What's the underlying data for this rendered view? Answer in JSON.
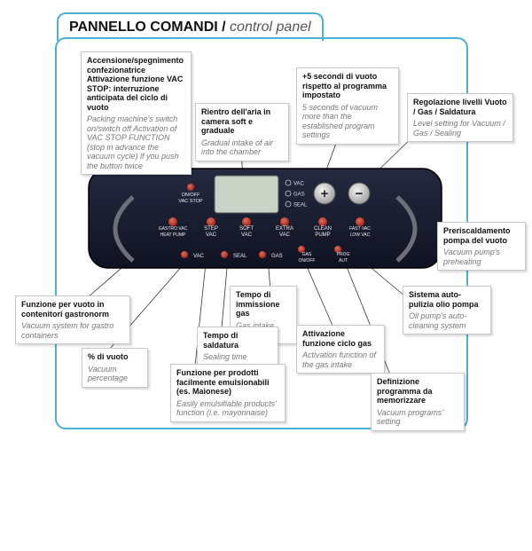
{
  "header": {
    "title_it": "PANNELLO COMANDI /",
    "title_en": "control panel"
  },
  "panel": {
    "buttons": {
      "onoff": [
        "ON/OFF",
        "VAC STOP"
      ],
      "plus": "+",
      "minus": "−",
      "gastro": [
        "GASTRO VAC",
        "HEAT PUMP"
      ],
      "step": [
        "STEP",
        "VAC"
      ],
      "soft": [
        "SOFT",
        "VAC"
      ],
      "extra": [
        "EXTRA",
        "VAC"
      ],
      "clean": [
        "CLEAN",
        "PUMP"
      ],
      "fast": [
        "FAST VAC",
        "LOW VAC"
      ],
      "vac": "VAC",
      "seal": "SEAL",
      "gas": "GAS",
      "gas_onoff": [
        "GAS",
        "ON/OFF"
      ],
      "prog": [
        "PROG",
        "AUT"
      ]
    },
    "indicators": [
      "VAC",
      "GAS",
      "SEAL"
    ]
  },
  "callouts": {
    "onoff": {
      "it": "Accensione/spegnimento confezionatrice Attivazione funzione VAC STOP: interruzione anticipata del ciclo di vuoto",
      "en": "Packing machine's switch on/switch off Activation of VAC STOP FUNCTION (stop in advance the vacuum cycle) if you push the button twice"
    },
    "soft": {
      "it": "Rientro dell'aria in camera soft e graduale",
      "en": "Gradual intake of air into the chamber"
    },
    "plus": {
      "it": "+5 secondi di vuoto rispetto al programma impostato",
      "en": "5 seconds of vacuum more than the established program settings"
    },
    "levels": {
      "it": "Regolazione livelli Vuoto / Gas / Saldatura",
      "en": "Level setting for Vacuum / Gas / Sealing"
    },
    "preheat": {
      "it": "Preriscaldamento pompa del vuoto",
      "en": "Vacuum pump's preheating"
    },
    "gastro": {
      "it": "Funzione per vuoto in contenitori gastronorm",
      "en": "Vacuum system for gastro containers"
    },
    "gastime": {
      "it": "Tempo di immissione gas",
      "en": "Gas intake time"
    },
    "clean": {
      "it": "Sistema auto-pulizia olio pompa",
      "en": "Oil pump's auto-cleaning system"
    },
    "sealtime": {
      "it": "Tempo di saldatura",
      "en": "Sealing time"
    },
    "gasact": {
      "it": "Attivazione funzione ciclo gas",
      "en": "Activation function of the gas intake"
    },
    "vacpct": {
      "it": "% di vuoto",
      "en": "Vacuum percentage"
    },
    "emuls": {
      "it": "Funzione per prodotti facilmente emulsionabili (es. Maionese)",
      "en": "Easily emulsifiable products' function (i.e. mayonnaise)"
    },
    "prog": {
      "it": "Definizione programma da memorizzare",
      "en": "Vacuum programs' setting"
    }
  },
  "colors": {
    "frame": "#4ab1d3",
    "panel": "#161a2c",
    "button_red": "#c0392b",
    "button_gray": "#d8d8d8"
  }
}
